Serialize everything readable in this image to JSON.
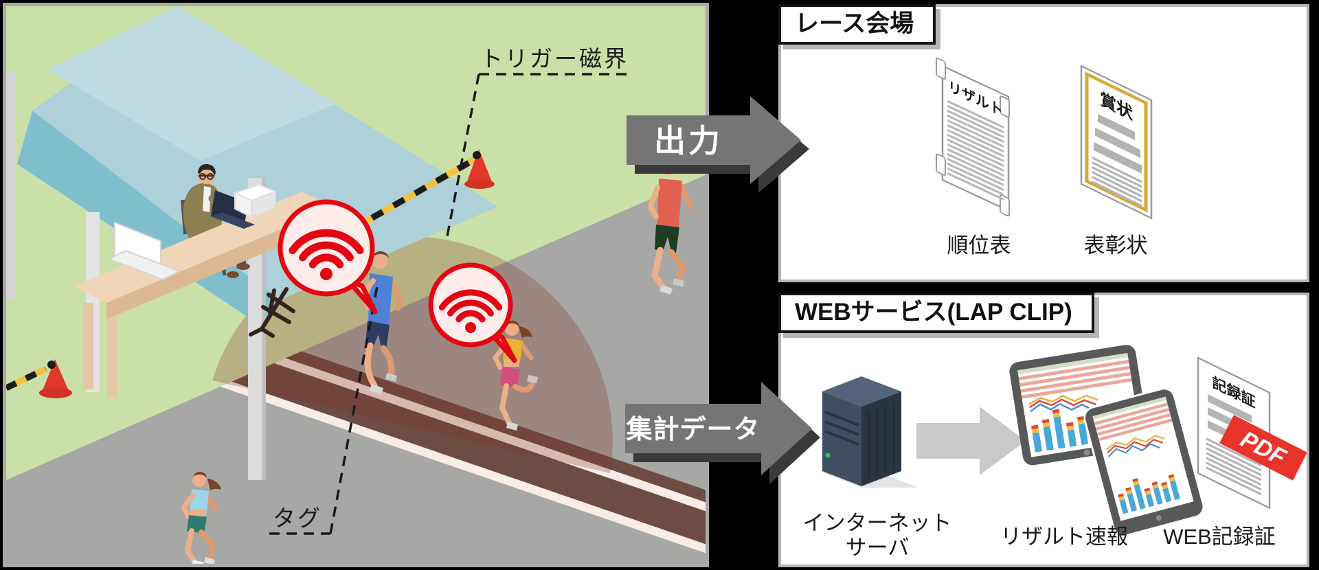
{
  "scene": {
    "trigger_label": "トリガー磁界",
    "tag_label": "タグ"
  },
  "arrows": {
    "output_label": "出力",
    "aggregate_label": "集計データ"
  },
  "race_venue": {
    "title": "レース会場",
    "doc_result_title": "リザルト",
    "doc_result_caption": "順位表",
    "doc_award_title": "賞状",
    "doc_award_caption": "表彰状"
  },
  "web_service": {
    "title": "WEBサービス(LAP CLIP)",
    "server_caption_line1": "インターネット",
    "server_caption_line2": "サーバ",
    "results_caption": "リザルト速報",
    "record_caption": "WEB記録証",
    "record_doc_title": "記録証",
    "pdf_badge": "PDF"
  },
  "colors": {
    "wifi_red": "#e30613",
    "pdf_red": "#e8342a",
    "arrow_gray": "#757575",
    "certificate_gold": "#d9a738",
    "grass_green": "#cbe0a8",
    "road_gray": "#a7a7a5",
    "timing_band_brown": "#6e4c44"
  }
}
